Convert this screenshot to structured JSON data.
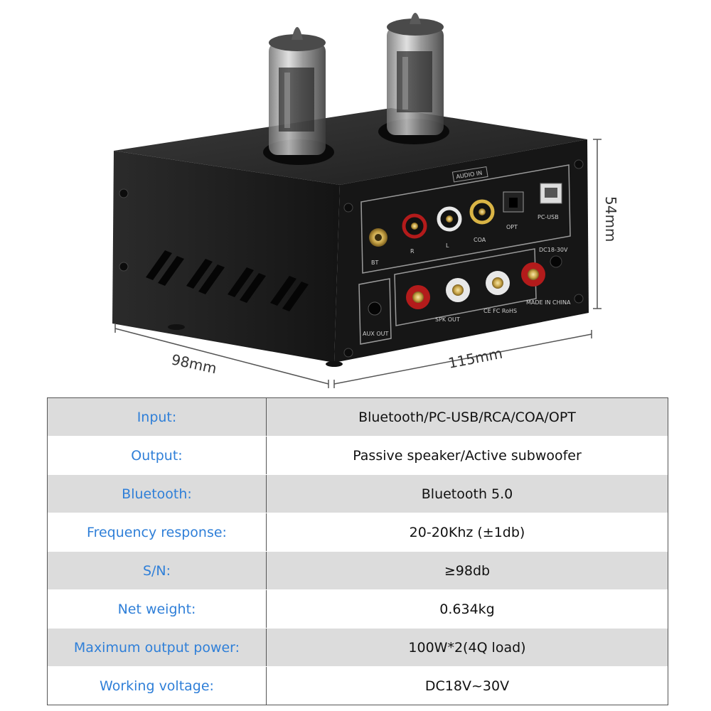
{
  "dimensions": {
    "width": "98mm",
    "depth": "115mm",
    "height": "54mm"
  },
  "panel_labels": {
    "audio_in": "AUDIO IN",
    "bt": "BT",
    "r": "R",
    "l": "L",
    "coa": "COA",
    "opt": "OPT",
    "pc_usb": "PC-USB",
    "dc": "DC18-30V",
    "aux_out": "AUX OUT",
    "spk_out": "SPK OUT",
    "certs": "CE FC RoHS",
    "made_in": "MADE IN CHINA"
  },
  "specs": [
    {
      "label": "Input:",
      "value": "Bluetooth/PC-USB/RCA/COA/OPT"
    },
    {
      "label": "Output:",
      "value": "Passive speaker/Active subwoofer"
    },
    {
      "label": "Bluetooth:",
      "value": "Bluetooth 5.0"
    },
    {
      "label": "Frequency response:",
      "value": "20-20Khz (±1db)"
    },
    {
      "label": "S/N:",
      "value": "≥98db"
    },
    {
      "label": "Net weight:",
      "value": "0.634kg"
    },
    {
      "label": "Maximum output power:",
      "value": "100W*2(4Q load)"
    },
    {
      "label": "Working voltage:",
      "value": "DC18V~30V"
    }
  ],
  "colors": {
    "label_blue": "#2f7fd8",
    "row_shade": "#dcdcdc",
    "chassis": "#1c1c1c"
  }
}
